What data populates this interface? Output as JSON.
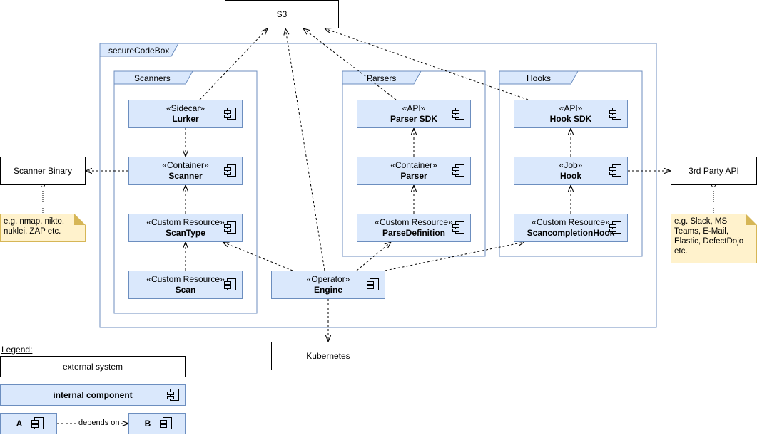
{
  "external": {
    "s3": "S3",
    "scanner_binary": "Scanner Binary",
    "third_party_api": "3rd Party API",
    "kubernetes": "Kubernetes"
  },
  "packages": {
    "securecodebox": "secureCodeBox",
    "scanners": "Scanners",
    "parsers": "Parsers",
    "hooks": "Hooks"
  },
  "components": {
    "lurker": {
      "stereotype": "«Sidecar»",
      "name": "Lurker"
    },
    "scanner": {
      "stereotype": "«Container»",
      "name": "Scanner"
    },
    "scantype": {
      "stereotype": "«Custom Resource»",
      "name": "ScanType"
    },
    "scan": {
      "stereotype": "«Custom Resource»",
      "name": "Scan"
    },
    "parser_sdk": {
      "stereotype": "«API»",
      "name": "Parser SDK"
    },
    "parser": {
      "stereotype": "«Container»",
      "name": "Parser"
    },
    "parsedefinition": {
      "stereotype": "«Custom Resource»",
      "name": "ParseDefinition"
    },
    "hook_sdk": {
      "stereotype": "«API»",
      "name": "Hook SDK"
    },
    "hook": {
      "stereotype": "«Job»",
      "name": "Hook"
    },
    "scancompletionhook": {
      "stereotype": "«Custom Resource»",
      "name": "ScancompletionHook"
    },
    "engine": {
      "stereotype": "«Operator»",
      "name": "Engine"
    }
  },
  "notes": {
    "scanner_examples": "e.g. nmap, nikto, nuklei, ZAP etc.",
    "api_examples": "e.g. Slack, MS Teams, E-Mail, Elastic, DefectDojo etc."
  },
  "legend": {
    "title": "Legend:",
    "external_system": "external system",
    "internal_component": "internal component",
    "a": "A",
    "b": "B",
    "depends_on": "depends on"
  },
  "colors": {
    "component_fill": "#dae8fc",
    "component_border": "#6c8ebf",
    "note_fill": "#fff2cc",
    "note_border": "#d6b656"
  }
}
